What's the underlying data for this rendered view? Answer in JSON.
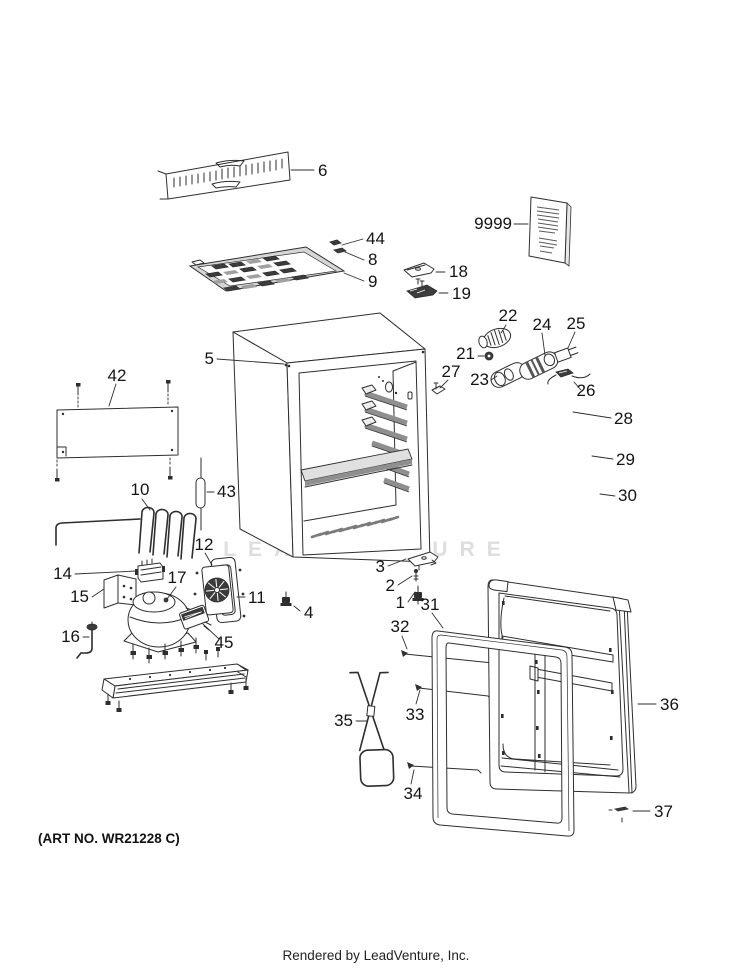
{
  "page": {
    "art_no": "(ART NO. WR21228 C)",
    "footer": "Rendered by LeadVenture, Inc.",
    "watermark": "LEADVENTURE",
    "background": "#ffffff",
    "line_color": "#2e2e2e"
  },
  "diagram": {
    "type": "exploded-parts-diagram",
    "subject": "compact-refrigerator",
    "callouts": {
      "1": "1",
      "2": "2",
      "3": "3",
      "4": "4",
      "5": "5",
      "6": "6",
      "8": "8",
      "9": "9",
      "10": "10",
      "11": "11",
      "12": "12",
      "14": "14",
      "15": "15",
      "16": "16",
      "17": "17",
      "18": "18",
      "19": "19",
      "21": "21",
      "22": "22",
      "23": "23",
      "24": "24",
      "25": "25",
      "26": "26",
      "27": "27",
      "28": "28",
      "29": "29",
      "30": "30",
      "31": "31",
      "32": "32",
      "33": "33",
      "34": "34",
      "35": "35",
      "36": "36",
      "37": "37",
      "42": "42",
      "43": "43",
      "44": "44",
      "45": "45",
      "9999": "9999"
    }
  }
}
